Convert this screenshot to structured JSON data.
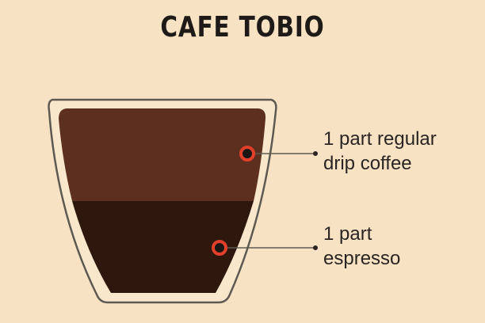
{
  "title": "CAFE TOBIO",
  "layers": [
    {
      "label_line1": "1 part regular",
      "label_line2": "drip coffee",
      "color": "#5c2f1f"
    },
    {
      "label_line1": "1 part",
      "label_line2": "espresso",
      "color": "#2e170c"
    }
  ],
  "colors": {
    "background": "#f7e2c4",
    "marker": "#e0402a",
    "cup_outline": "#5e5a52"
  }
}
